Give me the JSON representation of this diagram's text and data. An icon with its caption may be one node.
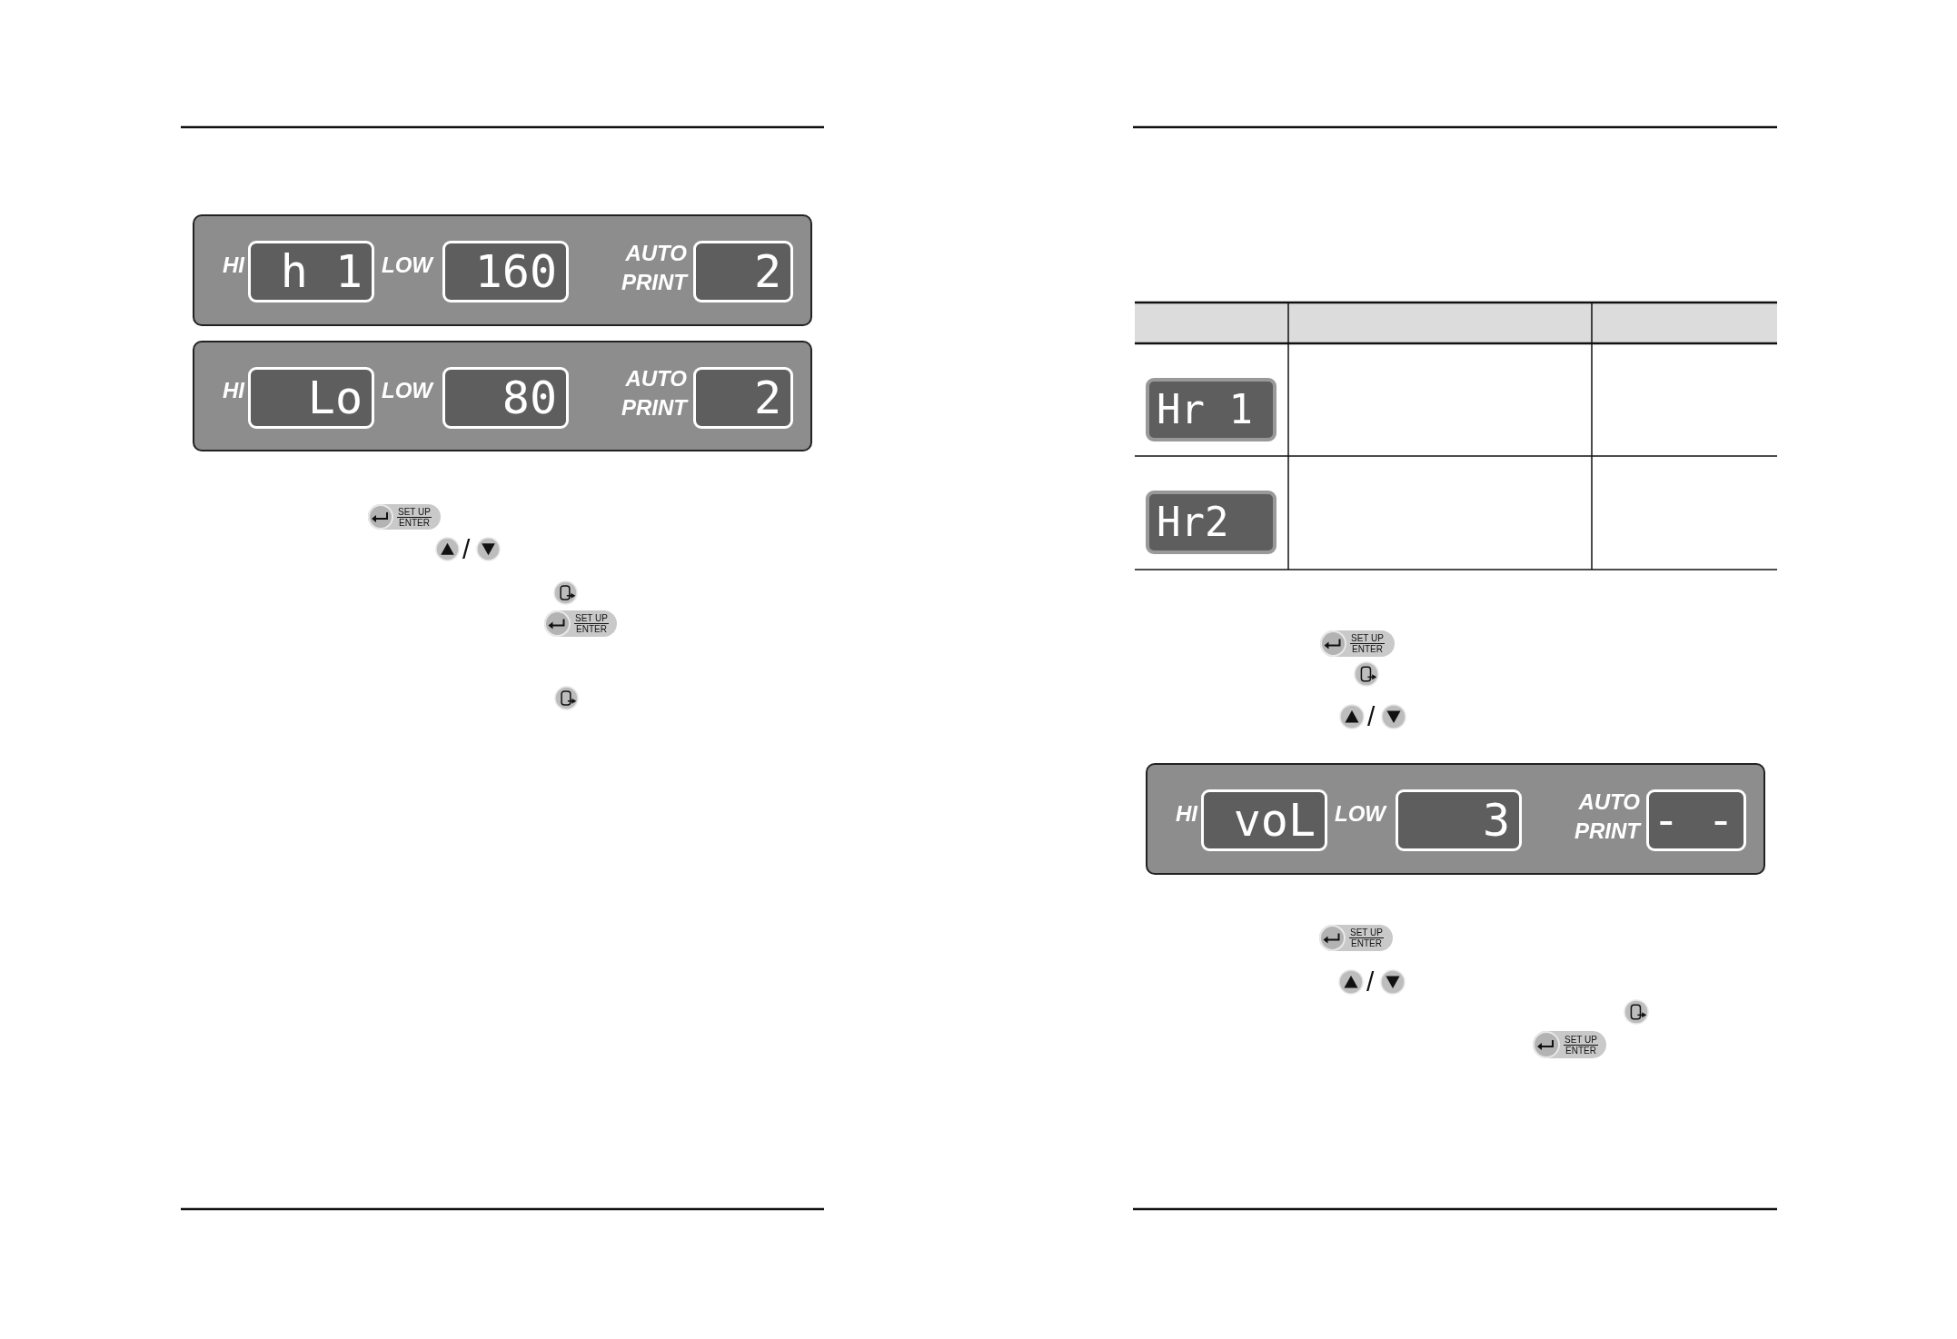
{
  "diagram": {
    "nodes": [
      {
        "text": [
          "HI",
          "LOW",
          "AUTO PRINT"
        ]
      },
      {
        "text": [
          "h 1"
        ],
        "in": 0
      },
      {
        "text": [
          "160"
        ],
        "in": 0
      },
      {
        "text": [
          "2"
        ],
        "in": 0
      },
      {
        "text": [
          "HI",
          "LOW",
          "AUTO PRINT"
        ]
      },
      {
        "text": [
          "Lo"
        ],
        "in": 4
      },
      {
        "text": [
          "80"
        ],
        "in": 4
      },
      {
        "text": [
          "2"
        ],
        "in": 4
      },
      {
        "text": [
          "SET UP",
          "ENTER"
        ]
      },
      {
        "text": [
          "SET UP",
          "ENTER"
        ]
      },
      {
        "text": [
          "Hr 1"
        ]
      },
      {
        "text": [
          "Hr2"
        ]
      },
      {
        "text": [
          "SET UP",
          "ENTER"
        ]
      },
      {
        "text": [
          "HI",
          "LOW",
          "AUTO PRINT"
        ]
      },
      {
        "text": [
          "voL"
        ],
        "in": 13
      },
      {
        "text": [
          "3"
        ],
        "in": 13
      },
      {
        "text": [
          "- -"
        ],
        "in": 13
      },
      {
        "text": [
          "SET UP",
          "ENTER"
        ]
      },
      {
        "text": [
          "SET UP",
          "ENTER"
        ]
      }
    ],
    "edges": [],
    "labels": [
      "/",
      "/",
      "/"
    ]
  }
}
